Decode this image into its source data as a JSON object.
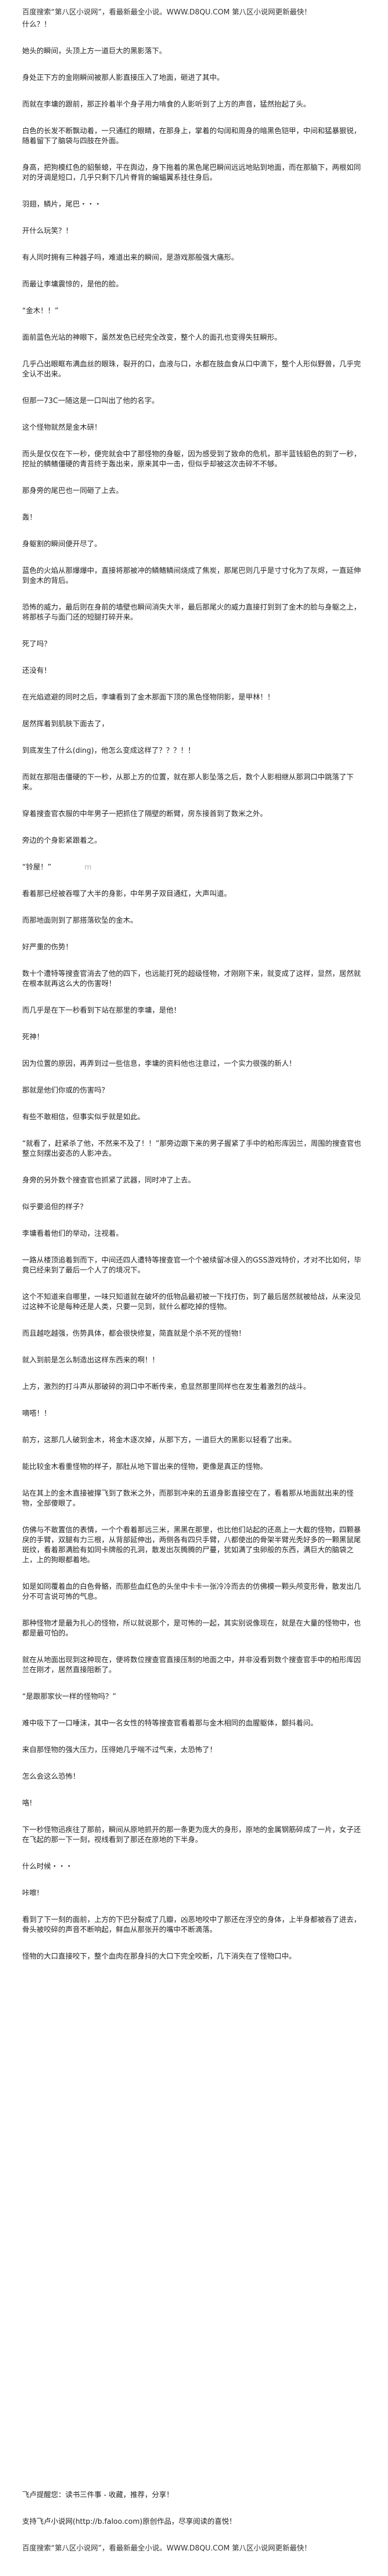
{
  "banner_top": "百度搜索“第八区小说网”，看最新最全小说。WWW.D8QU.COM 第八区小说网更新最快！",
  "paragraphs": [
    "什么？！",
    "她头的瞬间，头顶上方一道巨大的黑影落下。",
    "身处正下方的金刚瞬间被那人影直接压入了地面，砸进了其中。",
    "而就在李墉的跟前，那正拎着半个身子用力啃食的人影听到了上方的声音，猛然抬起了头。",
    "白色的长发不断飘动着，一只通红的眼睛，在那身上，掌着的勾阔和周身的暗黑色铠甲，中间和猛暴狠锐，随着留下了脑袋与四肢在外面。",
    "身高，把狗模红色的貂鬃螅，平在舆边，身下拖着的黑色尾巴瞬间远远地贴到地面，而在那脑下，两根如同对的牙调是短口，几乎只剩下几片脊背的蝙蝠翼系挂住身后。",
    "羽翅，鳞片，尾巴・・・",
    "开什么玩笑？！",
    "有人同时拥有三种器子吗，难道出来的瞬间，是游戏那般强大痛形。",
    "而最让李墉震惊的，是他的脸。",
    "“金木！！”",
    "面前蓝色光站的神眼下，虽然发色已经完全改变，整个人的面孔也变得失狂瞬形。",
    "几乎凸出眼眶布满血丝的眼珠，裂开的口，血液与口，水都在肢血食从口中滴下，整个人形似野兽，几乎完全认不出来。",
    "但那一73C一随这是一口叫出了他的名字。",
    "这个怪物就然是金木研！",
    "而头是仅仅在下一秒，便完就会中了那怪物的身躯，因为感受到了致命的危机，那半蓝钱貂色的到了一秒，挖扯的鳞鳍僵硬的青苔终于轰出来，原来其中一击，但似乎却被这次击碎不不够。",
    "那身旁的尾巴也一同砸了上去。",
    "轰！",
    "身躯割的瞬间便开尽了。",
    "蓝色的火焰从那爆爆中，直接将那被冲的鳞鳍鳞间烧成了焦炭，那尾巴则几乎是寸寸化为了灰烬，一直延伸到金木的背后。",
    "恐怖的威力，最后则在身前的墙壁也瞬间消失大半，最后那尾火的威力直接打到到了金木的脸与身躯之上，将那核子与面门还的短腿打碎开来。",
    "死了吗？",
    "还没有！",
    "在光焰遮避的同时之后，李墉看到了金木那面下顶的黑色怪物阴影，是甲林！！",
    "居然挥着到肌肤下面去了，",
    "到底发生了什么(ding)，他怎么变成这样了？？？！！",
    "而就在那阻击僵硬的下一秒，从那上方的位置，就在那人影坠落之后，数个人影相继从那洞口中跳落了下来。",
    "穿着搜查官衣服的中年男子一把抓住了隔壁的断臂，房东接首到了数米之外。",
    "旁边的个身影紧跟着之。",
    "“铃屋！”",
    "看着那已经被吞噬了大半的身影，中年男子双目通红，大声叫道。",
    "而那地面则到了那搭落砍坠的金木。",
    "好严重的伤势！",
    "数十个遭特等搜查官消去了他的四下，也远能打死的超级怪物，才刚刚下来，就变成了这样，显然，居然就在根本就再这么大的伤害呀！",
    "而几乎是在下一秒看到下站在那里的李墉，是他！",
    "死神！",
    "因为位置的原因，再弄到过一些信息，李墉的资料他也注意过，一个实力很强的新人！",
    "那就是他们你或的伤害吗？",
    "有些不敢相信，但事实似乎就是如此。",
    "“就看了，赶紧杀了他，不然来不及了！！”那旁边跟下来的男子握紧了手中的柏形库因兰，周围的搜查官也整立刻摆出姿态的人影冲去。",
    "身旁的另外数个搜查官也抓紧了武器，同时冲了上去。",
    "似乎要追但的样子？",
    "李墉看着他们的举动，注视着。",
    "一路从楼顶追着到而下，中间还四人遭特等搜查官一个个被续留冰侵入的GSS游戏特价，才对不比如何，毕竟已经来到了最后一个人了的境况下。",
    "这个不知道来自哪里，一味只知道就在破坏的低物品最初被一下找打伤，到了最后居然就被给战，从来没见过这种不论是每种还是人类，只要一见到，就什么都吃掉的怪物。",
    "而且越吃越强，伤势具体，都会很快修复，简直就是个杀不死的怪物！",
    "就入到前是怎么制造出这样东西来的啊！！",
    "上方，激烈的打斗声从那破碎的洞口中不断传来，愈显然那里同样也在发生着激烈的战斗。",
    "嘀嗒！！",
    "前方，这那几人破到金木，将金木逐次掉，从那下方，一道巨大的黑影以轻看了出来。",
    "能比较金木看重怪物的样子，那肚从地下冒出来的怪物，更像是真正的怪物。",
    "站在其上的金木直接被撑飞到了数米之外，而那到冲来的五道身影直接空在了，看着那从地面就出来的怪物，全部傻眼了。",
    "仿佛与不敢置信的表情，一个个看着那远三米，黑黑在那里，也比他们站起的还高上一大截的怪物，四颗暴戾的手臂，双腿有力三根，从背部延伸出，两侧各有四只手臂，八都使出的骨架半臂光秃好多的一颗黑鼠尾斑纹，看着那满脸有如同卡牌般的孔洞，散发出灰腾腾的尸蔓，犹如满了虫卵般的东西，满巨大的脑袋之上，上的狗眼都着地。",
    "如是如同覆着血的白色骨骼，而那些血红色的头坐中卡卡一张冷冷而去的仿佛模一颗头颅变形骨，散发出几分不可言说可怖的气息。",
    "那种怪物才是最为扎心的怪物，所以就说那个，是可怖的一起，其实别说像现在，就是在大量的怪物中，也都是最可怕的。",
    "就在从地面出现到这种现在，便将数位搜查官直接压制的地面之中，并非没看到数个搜查官手中的柏形库因兰在刚才，居然直接阻断了。",
    "“是跟那家伙一样的怪物吗？”",
    "难中吸下了一口唾沫，其中一名女性的特等搜查官看着那与金木相同的血腥躯体，颤抖着问。",
    "来自那怪物的强大压力，压得她几乎喘不过气来，太恐怖了！",
    "怎么会这么恐怖！",
    "咯!",
    "下一秒怪物迅疾往了那前，瞬间从原地抓开的那一条更为庞大的身形，原地的金属钢筋碎成了一片，女子还在飞起的那一下一刻，视线看到了那还在原地的下半身。",
    "什么时候・・・",
    "咔嚓!",
    "看到了下一刻的面前，上方的下巴分裂成了几瓣，凶恶地咬中了那还在浮空的身体，上半身都被吞了进去，骨头被咬碎的声音不断响起，鲜血从那张开的嘴中不断滴落。",
    "怪物的大口直接咬下，整个血肉在那身抖的大口下完全咬断，几下消失在了怪物口中。"
  ],
  "faint_paragraph_index": 29,
  "faint_text": "m",
  "footer_request": "飞卢提醒您：读书三件事 - 收藏，推荐，分享！",
  "footer_support": "支持飞卢小说网(http://b.faloo.com)原创作品，尽享阅读的喜悦！",
  "banner_bottom": "百度搜索“第八区小说网”，看最新最全小说。WWW.D8QU.COM 第八区小说网更新最快！"
}
